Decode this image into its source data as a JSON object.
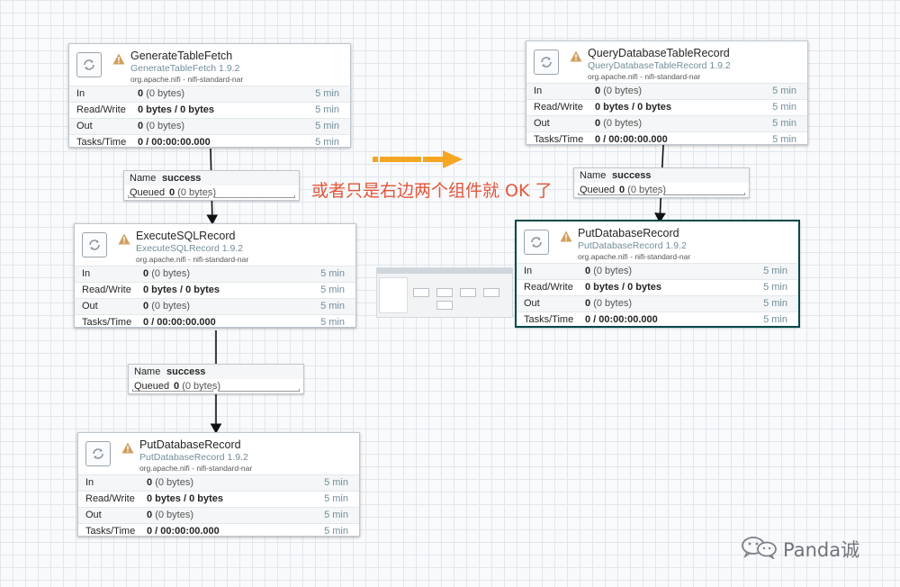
{
  "processors": [
    {
      "name": "GenerateTableFetch",
      "type": "GenerateTableFetch 1.9.2",
      "bundle": "org.apache.nifi - nifi-standard-nar",
      "stats": {
        "in": {
          "label": "In",
          "bold": "0",
          "rest": "(0 bytes)",
          "time": "5 min"
        },
        "rw": {
          "label": "Read/Write",
          "bold": "0 bytes / 0 bytes",
          "rest": "",
          "time": "5 min"
        },
        "out": {
          "label": "Out",
          "bold": "0",
          "rest": "(0 bytes)",
          "time": "5 min"
        },
        "tasks": {
          "label": "Tasks/Time",
          "bold": "0 / 00:00:00.000",
          "rest": "",
          "time": "5 min"
        }
      }
    },
    {
      "name": "ExecuteSQLRecord",
      "type": "ExecuteSQLRecord 1.9.2",
      "bundle": "org.apache.nifi - nifi-standard-nar",
      "stats": {
        "in": {
          "label": "In",
          "bold": "0",
          "rest": "(0 bytes)",
          "time": "5 min"
        },
        "rw": {
          "label": "Read/Write",
          "bold": "0 bytes / 0 bytes",
          "rest": "",
          "time": "5 min"
        },
        "out": {
          "label": "Out",
          "bold": "0",
          "rest": "(0 bytes)",
          "time": "5 min"
        },
        "tasks": {
          "label": "Tasks/Time",
          "bold": "0 / 00:00:00.000",
          "rest": "",
          "time": "5 min"
        }
      }
    },
    {
      "name": "PutDatabaseRecord",
      "type": "PutDatabaseRecord 1.9.2",
      "bundle": "org.apache.nifi - nifi-standard-nar",
      "stats": {
        "in": {
          "label": "In",
          "bold": "0",
          "rest": "(0 bytes)",
          "time": "5 min"
        },
        "rw": {
          "label": "Read/Write",
          "bold": "0 bytes / 0 bytes",
          "rest": "",
          "time": "5 min"
        },
        "out": {
          "label": "Out",
          "bold": "0",
          "rest": "(0 bytes)",
          "time": "5 min"
        },
        "tasks": {
          "label": "Tasks/Time",
          "bold": "0 / 00:00:00.000",
          "rest": "",
          "time": "5 min"
        }
      }
    },
    {
      "name": "QueryDatabaseTableRecord",
      "type": "QueryDatabaseTableRecord 1.9.2",
      "bundle": "org.apache.nifi - nifi-standard-nar",
      "stats": {
        "in": {
          "label": "In",
          "bold": "0",
          "rest": "(0 bytes)",
          "time": "5 min"
        },
        "rw": {
          "label": "Read/Write",
          "bold": "0 bytes / 0 bytes",
          "rest": "",
          "time": "5 min"
        },
        "out": {
          "label": "Out",
          "bold": "0",
          "rest": "(0 bytes)",
          "time": "5 min"
        },
        "tasks": {
          "label": "Tasks/Time",
          "bold": "0 / 00:00:00.000",
          "rest": "",
          "time": "5 min"
        }
      }
    },
    {
      "name": "PutDatabaseRecord",
      "type": "PutDatabaseRecord 1.9.2",
      "bundle": "org.apache.nifi - nifi-standard-nar",
      "stats": {
        "in": {
          "label": "In",
          "bold": "0",
          "rest": "(0 bytes)",
          "time": "5 min"
        },
        "rw": {
          "label": "Read/Write",
          "bold": "0 bytes / 0 bytes",
          "rest": "",
          "time": "5 min"
        },
        "out": {
          "label": "Out",
          "bold": "0",
          "rest": "(0 bytes)",
          "time": "5 min"
        },
        "tasks": {
          "label": "Tasks/Time",
          "bold": "0 / 00:00:00.000",
          "rest": "",
          "time": "5 min"
        }
      }
    }
  ],
  "connections": [
    {
      "name_label": "Name",
      "name_value": "success",
      "queued_label": "Queued",
      "queued_count": "0",
      "queued_bytes": "(0 bytes)"
    },
    {
      "name_label": "Name",
      "name_value": "success",
      "queued_label": "Queued",
      "queued_count": "0",
      "queued_bytes": "(0 bytes)"
    },
    {
      "name_label": "Name",
      "name_value": "success",
      "queued_label": "Queued",
      "queued_count": "0",
      "queued_bytes": "(0 bytes)"
    }
  ],
  "annotation": {
    "text": "或者只是右边两个组件就 OK 了"
  },
  "watermark": {
    "text": "Panda诚"
  },
  "icons": {
    "processor": "processor-icon",
    "warning": "warning-icon",
    "wechat": "wechat-icon"
  },
  "colors": {
    "annotation": "#e2563a",
    "arrow": "#f5a623",
    "warning": "#cf9f5d",
    "selected_border": "#004849"
  }
}
